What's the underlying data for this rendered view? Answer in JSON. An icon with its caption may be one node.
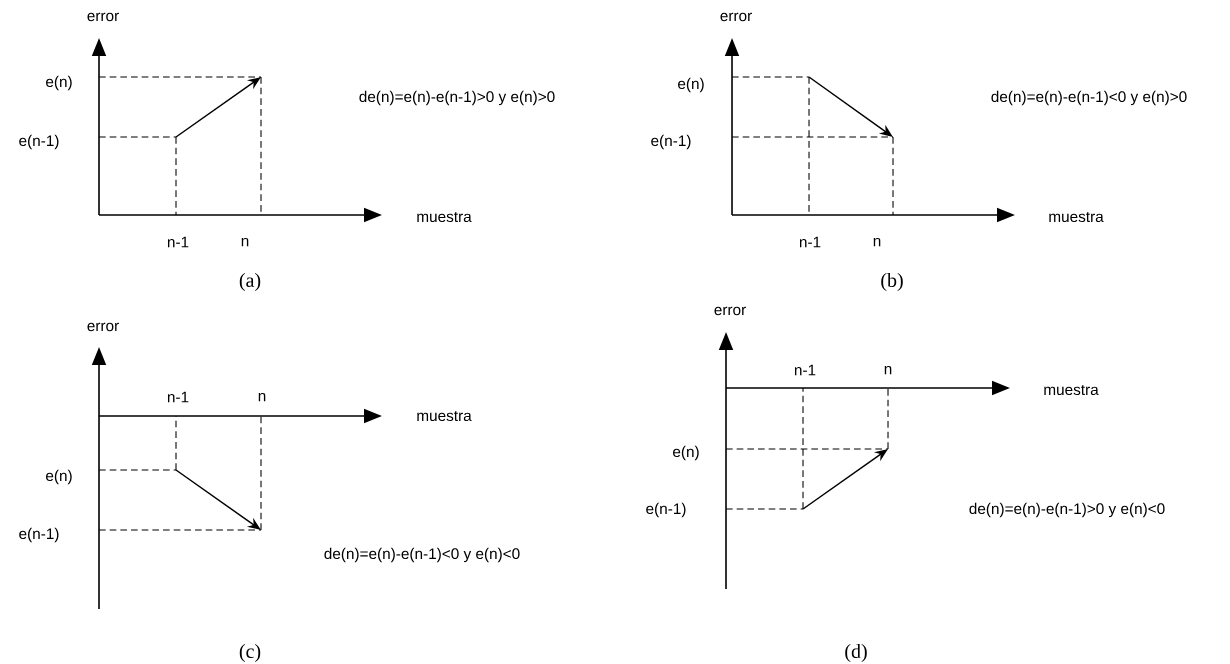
{
  "diagram": {
    "labels": [
      "error",
      "e(n)",
      "de(n)=e(n)-e(n-1)>0 y e(n)>0",
      "e(n-1)",
      "muestra",
      "n-1",
      "n",
      "(a)",
      "error",
      "e(n)",
      "de(n)=e(n)-e(n-1)<0 y e(n)>0",
      "e(n-1)",
      "muestra",
      "n-1",
      "n",
      "(b)",
      "error",
      "n-1",
      "n",
      "muestra",
      "e(n)",
      "e(n-1)",
      "de(n)=e(n)-e(n-1)<0 y e(n)<0",
      "(c)",
      "error",
      "n-1",
      "n",
      "muestra",
      "e(n)",
      "e(n-1)",
      "de(n)=e(n)-e(n-1)>0 y e(n)<0",
      "(d)"
    ]
  }
}
